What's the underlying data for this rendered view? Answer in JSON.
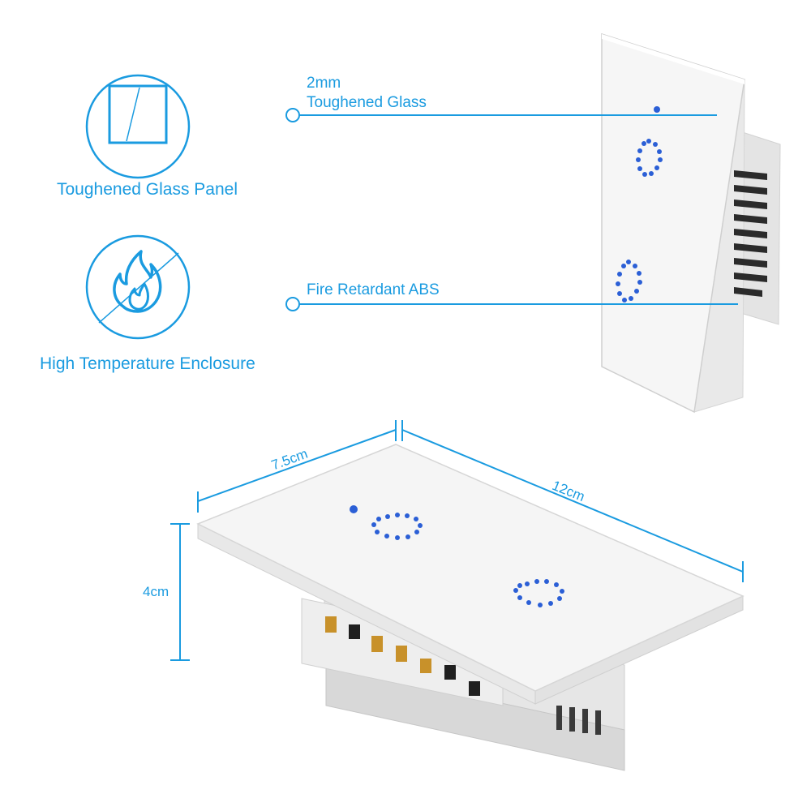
{
  "features": [
    {
      "icon": "glass-panel-icon",
      "label": "Toughened Glass Panel"
    },
    {
      "icon": "flame-icon",
      "label": "High Temperature Enclosure"
    }
  ],
  "callouts": {
    "glass": {
      "line1": "2mm",
      "line2": "Toughened Glass"
    },
    "abs": {
      "text": "Fire Retardant ABS"
    }
  },
  "dimensions": {
    "width": "7.5cm",
    "length": "12cm",
    "depth": "4cm"
  },
  "colors": {
    "accent": "#1a9be0",
    "touch_ring": "#2b5fd6",
    "panel": "#f3f3f3"
  }
}
